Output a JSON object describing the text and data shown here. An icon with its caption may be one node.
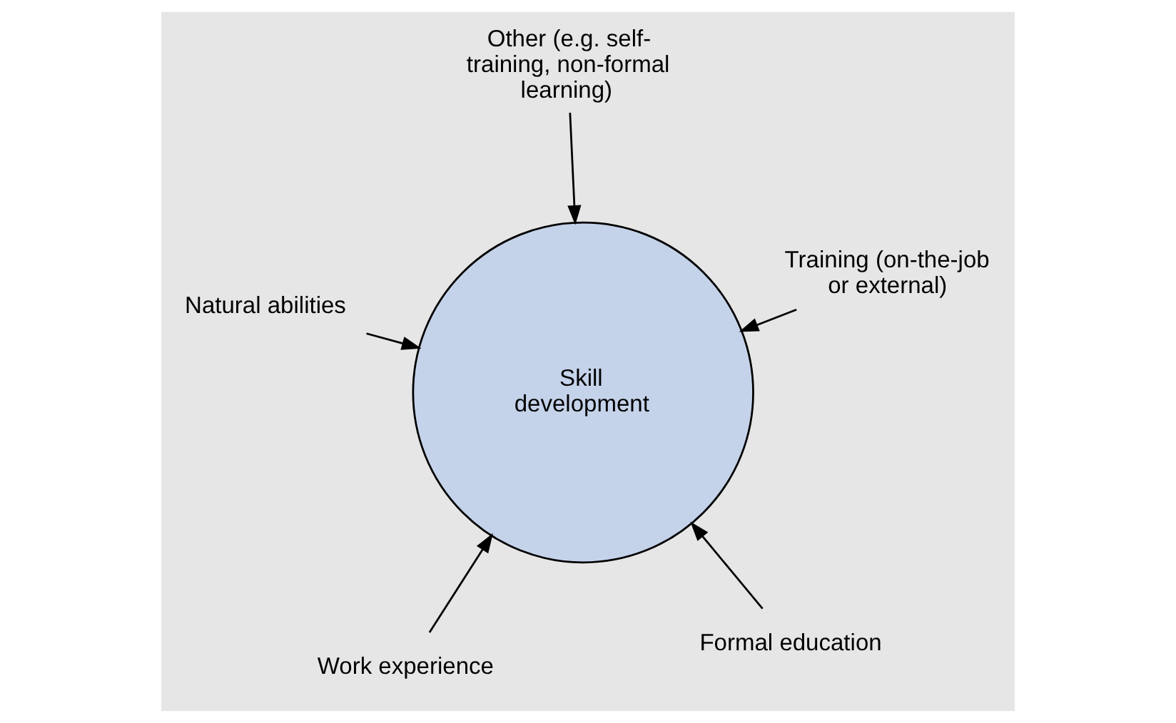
{
  "diagram": {
    "nodes": [
      {
        "text": [
          "Skill development"
        ]
      },
      {
        "text": [
          "Formal education"
        ]
      },
      {
        "text": [
          "Work experience"
        ]
      },
      {
        "text": [
          "Natural abilities"
        ]
      },
      {
        "text": [
          "Training (on-the-job or external)"
        ]
      },
      {
        "text": [
          "Other (e.g. self-training, non-formal learning)"
        ]
      }
    ],
    "edges": [
      {
        "from": 1,
        "to": 0,
        "arrow": "to"
      },
      {
        "from": 2,
        "to": 0,
        "arrow": "to"
      },
      {
        "from": 3,
        "to": 0,
        "arrow": "to"
      },
      {
        "from": 4,
        "to": 0,
        "arrow": "to"
      },
      {
        "from": 5,
        "to": 0,
        "arrow": "to"
      }
    ]
  }
}
